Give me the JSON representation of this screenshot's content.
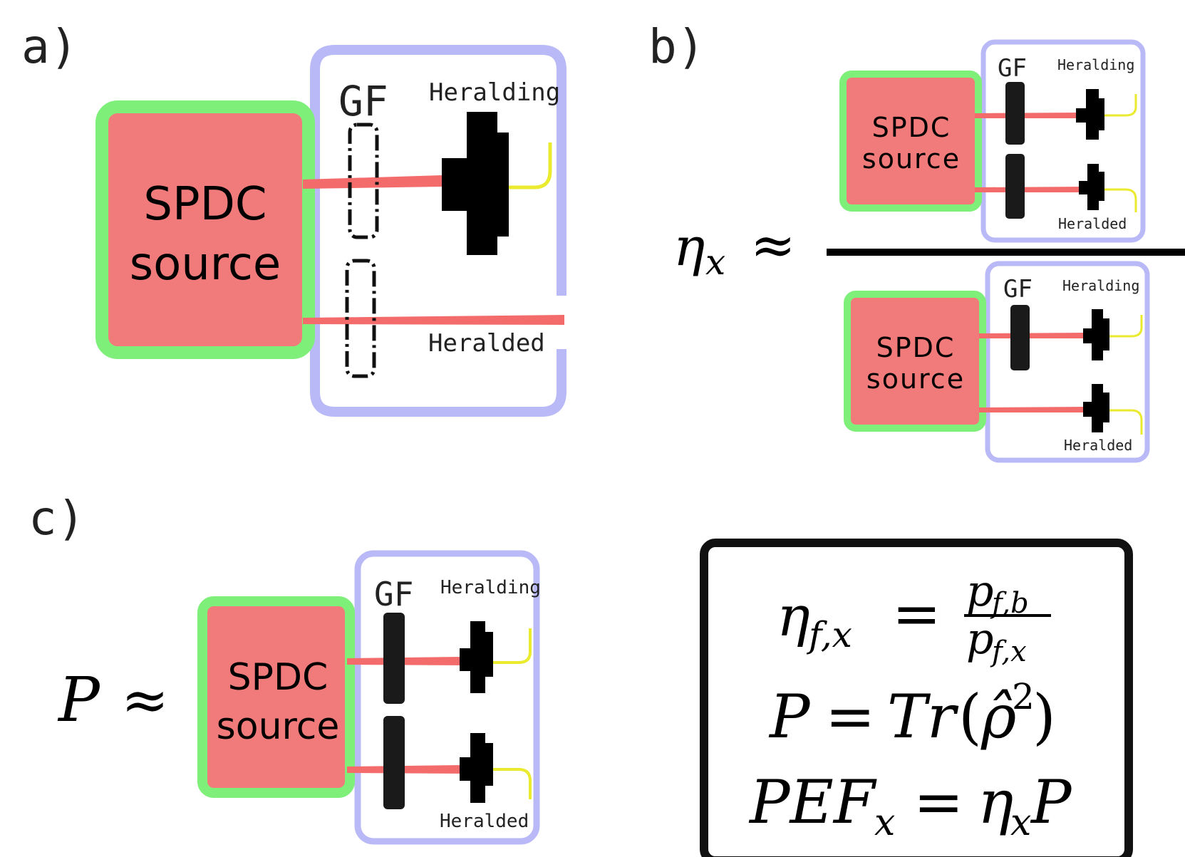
{
  "panels": {
    "a": {
      "label": "a)",
      "source_line1": "SPDC",
      "source_line2": "source",
      "gf": "GF",
      "heralding": "Heralding",
      "heralded": "Heralded"
    },
    "b": {
      "label": "b)",
      "lhs_eta": "η",
      "lhs_sub": "x",
      "approx": "≈",
      "top": {
        "source_line1": "SPDC",
        "source_line2": "source",
        "gf": "GF",
        "heralding": "Heralding",
        "heralded": "Heralded"
      },
      "bottom": {
        "source_line1": "SPDC",
        "source_line2": "source",
        "gf": "GF",
        "heralding": "Heralding",
        "heralded": "Heralded"
      }
    },
    "c": {
      "label": "c)",
      "lhs": "P",
      "approx": "≈",
      "source_line1": "SPDC",
      "source_line2": "source",
      "gf": "GF",
      "heralding": "Heralding",
      "heralded": "Heralded"
    }
  },
  "formulas": {
    "eq1": {
      "eta": "η",
      "eta_sub": "f,x",
      "equals": "=",
      "num": "p",
      "num_sub": "f,b",
      "den": "p",
      "den_sub": "f,x"
    },
    "eq2": {
      "lhs": "P",
      "equals": "=",
      "rhs_tr": "Tr",
      "open": "(",
      "rho": "ρ̂",
      "sup": "2",
      "close": ")"
    },
    "eq3": {
      "lhs": "PEF",
      "lhs_sub": "x",
      "equals": "=",
      "eta": "η",
      "eta_sub": "x",
      "p": "P"
    }
  },
  "colors": {
    "source_fill": "#f17b7b",
    "source_border": "#7ef07a",
    "box_border": "#b9b9f7",
    "beam": "#f36b6b",
    "fiber": "#eaea2e",
    "filter": "#1a1a1a"
  }
}
